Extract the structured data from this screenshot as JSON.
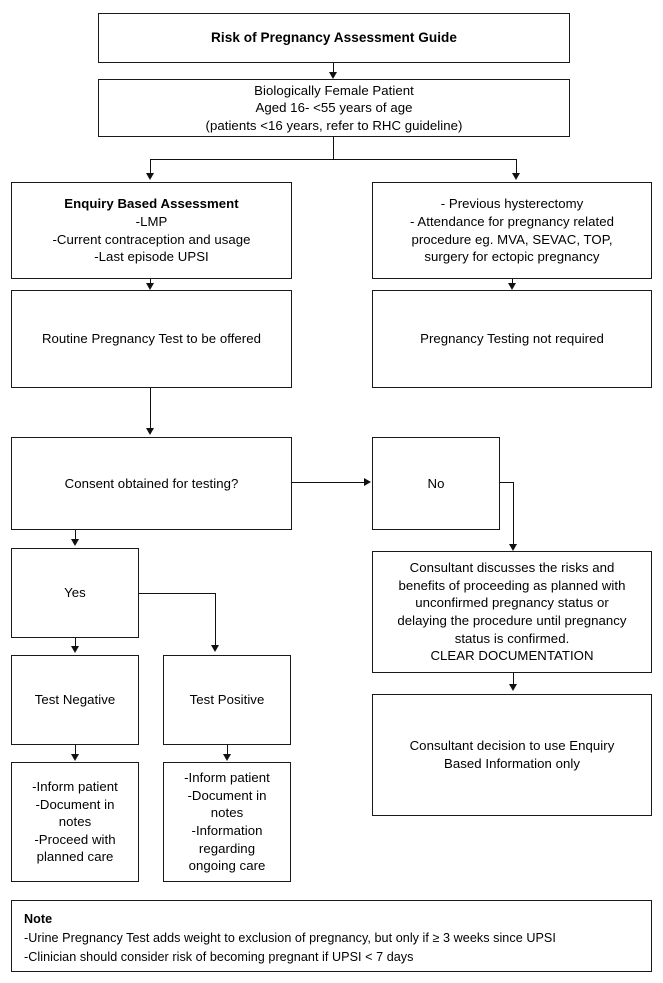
{
  "diagram": {
    "title": "Risk of Pregnancy Assessment Guide",
    "nodes": {
      "title_box": "Risk of Pregnancy Assessment Guide",
      "patient_box": {
        "line1": "Biologically  Female Patient",
        "line2": "Aged 16- <55 years of age",
        "line3": "(patients <16 years, refer to RHC guideline)"
      },
      "enquiry_box": {
        "heading": "Enquiry Based Assessment",
        "line1": "-LMP",
        "line2": "-Current contraception and usage",
        "line3": "-Last episode UPSI"
      },
      "exclusion_box": {
        "line1": "- Previous hysterectomy",
        "line2": "- Attendance for pregnancy related",
        "line3": "procedure eg. MVA, SEVAC, TOP,",
        "line4": "surgery for ectopic pregnancy"
      },
      "routine_test_box": "Routine Pregnancy Test to be offered",
      "no_testing_box": "Pregnancy Testing not required",
      "consent_box": "Consent obtained for testing?",
      "no_box": "No",
      "yes_box": "Yes",
      "consultant_discuss_box": {
        "line1": "Consultant discusses the risks and",
        "line2": "benefits of proceeding as planned with",
        "line3": "unconfirmed pregnancy status or",
        "line4": "delaying the procedure until  pregnancy",
        "line5": "status is confirmed.",
        "line6": "CLEAR DOCUMENTATION"
      },
      "test_negative_box": "Test Negative",
      "test_positive_box": "Test Positive",
      "consultant_decision_box": {
        "line1": "Consultant decision to use Enquiry",
        "line2": "Based Information only"
      },
      "negative_actions_box": {
        "line1": "-Inform patient",
        "line2": "-Document in",
        "line3": "notes",
        "line4": "-Proceed with",
        "line5": "planned  care"
      },
      "positive_actions_box": {
        "line1": "-Inform patient",
        "line2": "-Document in",
        "line3": "notes",
        "line4": "-Information",
        "line5": "regarding",
        "line6": "ongoing  care"
      },
      "note_box": {
        "title": "Note",
        "line1": "-Urine Pregnancy Test adds weight to exclusion of pregnancy, but only if ≥ 3 weeks since UPSI",
        "line2": "-Clinician should consider risk of becoming pregnant if UPSI < 7 days"
      }
    },
    "colors": {
      "border": "#1a1a1a",
      "background": "#ffffff",
      "text": "#000000"
    }
  }
}
